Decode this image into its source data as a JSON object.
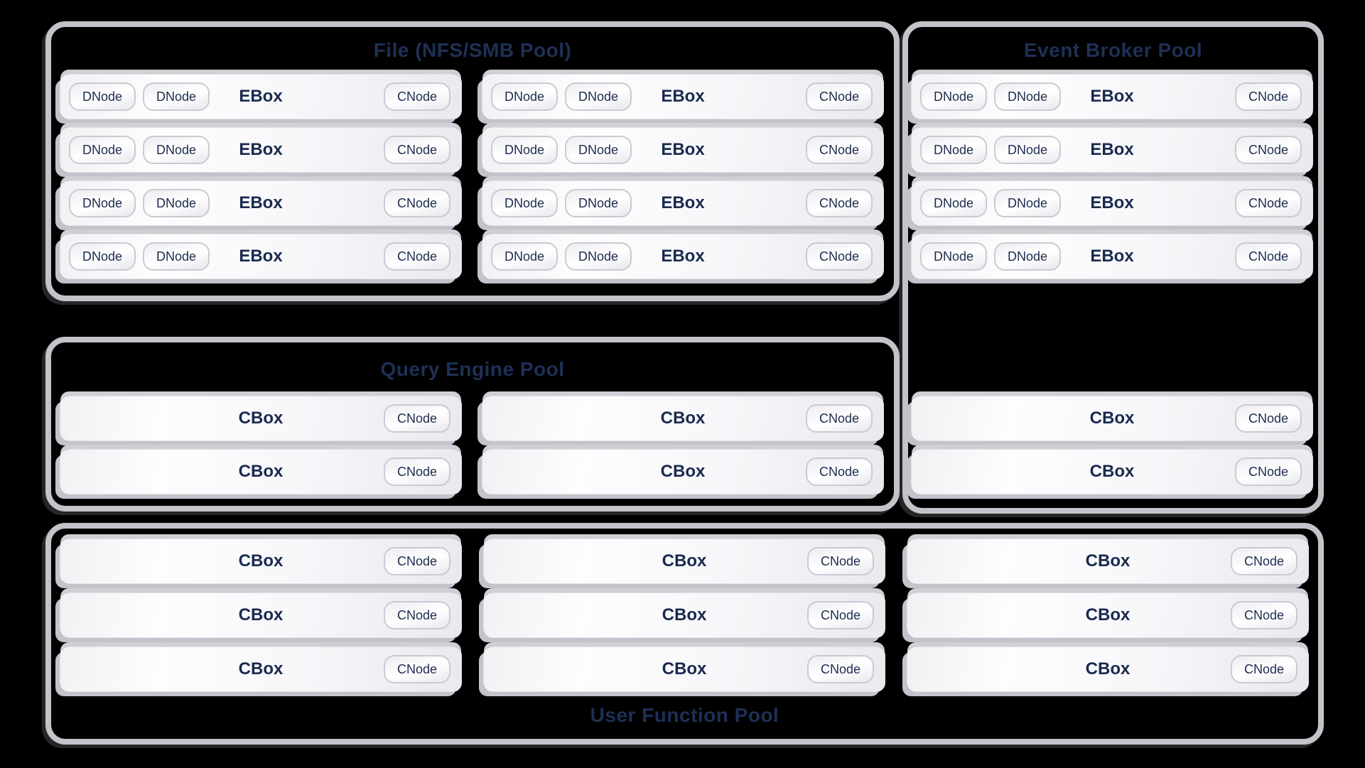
{
  "labels": {
    "dnode": "DNode",
    "ebox": "EBox",
    "cbox": "CBox",
    "cnode": "CNode"
  },
  "colors": {
    "background": "#000000",
    "pool_border": "#c3c3ca",
    "pool_title_text": "#1e3056",
    "node_text": "#1a2a4e",
    "row_shadow": "#c6c6cd",
    "pill_border": "#cacad4"
  },
  "pools": [
    {
      "id": "file-pool",
      "title": "File (NFS/SMB Pool)",
      "title_position": "top",
      "columns": [
        [
          "ebox",
          "ebox",
          "ebox",
          "ebox"
        ],
        [
          "ebox",
          "ebox",
          "ebox",
          "ebox"
        ]
      ]
    },
    {
      "id": "event-broker-pool",
      "title": "Event Broker Pool",
      "title_position": "top",
      "columns": [
        [
          "ebox",
          "ebox",
          "ebox",
          "ebox",
          "spacer",
          "cbox",
          "cbox"
        ]
      ]
    },
    {
      "id": "query-engine-pool",
      "title": "Query Engine Pool",
      "title_position": "top",
      "columns": [
        [
          "cbox",
          "cbox"
        ],
        [
          "cbox",
          "cbox"
        ]
      ]
    },
    {
      "id": "user-function-pool",
      "title": "User Function Pool",
      "title_position": "bottom",
      "columns": [
        [
          "cbox",
          "cbox",
          "cbox"
        ],
        [
          "cbox",
          "cbox",
          "cbox"
        ],
        [
          "cbox",
          "cbox",
          "cbox"
        ]
      ]
    }
  ],
  "row_composition": {
    "ebox": [
      "dnode",
      "dnode",
      "ebox_label",
      "cnode"
    ],
    "cbox": [
      "cbox_label",
      "cnode"
    ]
  }
}
